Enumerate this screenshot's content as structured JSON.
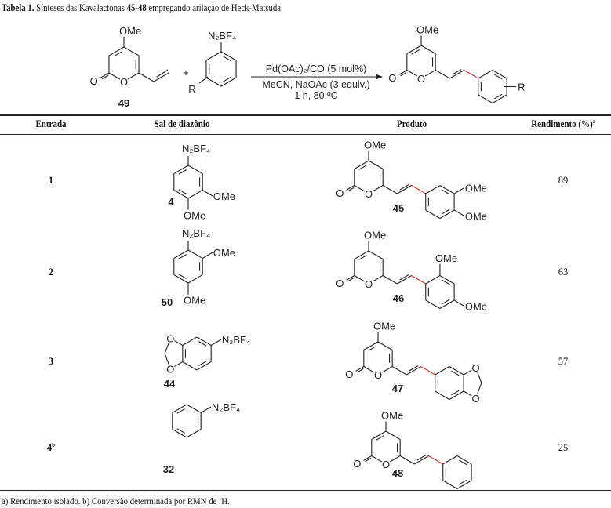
{
  "title": {
    "label": "Tabela 1.",
    "text_a": " Sínteses das Kavalactonas ",
    "range": "45-48",
    "text_b": " empregando arilação de Heck-Matsuda"
  },
  "scheme": {
    "reactant_number": "49",
    "ome": "OMe",
    "ring_o": "O",
    "exo_o": "O",
    "plus": "+",
    "diazo": "N₂BF₄",
    "r_group": "R",
    "conditions": [
      "Pd(OAc)₂/CO (5 mol%)",
      "MeCN, NaOAc (3 equiv.)",
      "1 h, 80 ºC"
    ],
    "product": {
      "ome": "OMe",
      "ring_o": "O",
      "exo_o": "O",
      "r_group": "R"
    }
  },
  "table": {
    "headers": {
      "entry": "Entrada",
      "salt": "Sal de diazônio",
      "product": "Produto",
      "yield": "Rendimento (%)",
      "yield_sup": "a"
    },
    "rows": [
      {
        "entry": "1",
        "entry_sup": "",
        "yield": "89",
        "salt": {
          "number": "4",
          "diazo": "N₂BF₄",
          "subs": [
            "OMe",
            "OMe"
          ]
        },
        "product": {
          "number": "45",
          "ome": "OMe",
          "ring_o": "O",
          "exo_o": "O",
          "subs": [
            "OMe",
            "OMe"
          ]
        }
      },
      {
        "entry": "2",
        "entry_sup": "",
        "yield": "63",
        "salt": {
          "number": "50",
          "diazo": "N₂BF₄",
          "subs": [
            "OMe",
            "OMe"
          ]
        },
        "product": {
          "number": "46",
          "ome": "OMe",
          "ring_o": "O",
          "exo_o": "O",
          "subs": [
            "OMe",
            "OMe"
          ]
        }
      },
      {
        "entry": "3",
        "entry_sup": "",
        "yield": "57",
        "salt": {
          "number": "44",
          "diazo": "N₂BF₄",
          "subs": [
            "O",
            "O"
          ]
        },
        "product": {
          "number": "47",
          "ome": "OMe",
          "ring_o": "O",
          "exo_o": "O",
          "subs": [
            "O",
            "O"
          ]
        }
      },
      {
        "entry": "4",
        "entry_sup": "b",
        "yield": "25",
        "salt": {
          "number": "32",
          "diazo": "N₂BF₄",
          "subs": []
        },
        "product": {
          "number": "48",
          "ome": "OMe",
          "ring_o": "O",
          "exo_o": "O",
          "subs": []
        }
      }
    ]
  },
  "footnote": {
    "text": "a) Rendimento isolado. b) Conversão determinada por RMN de ",
    "sup": "1",
    "tail": "H."
  },
  "colors": {
    "bond": "#222222",
    "new_bond": "#e0302a"
  }
}
